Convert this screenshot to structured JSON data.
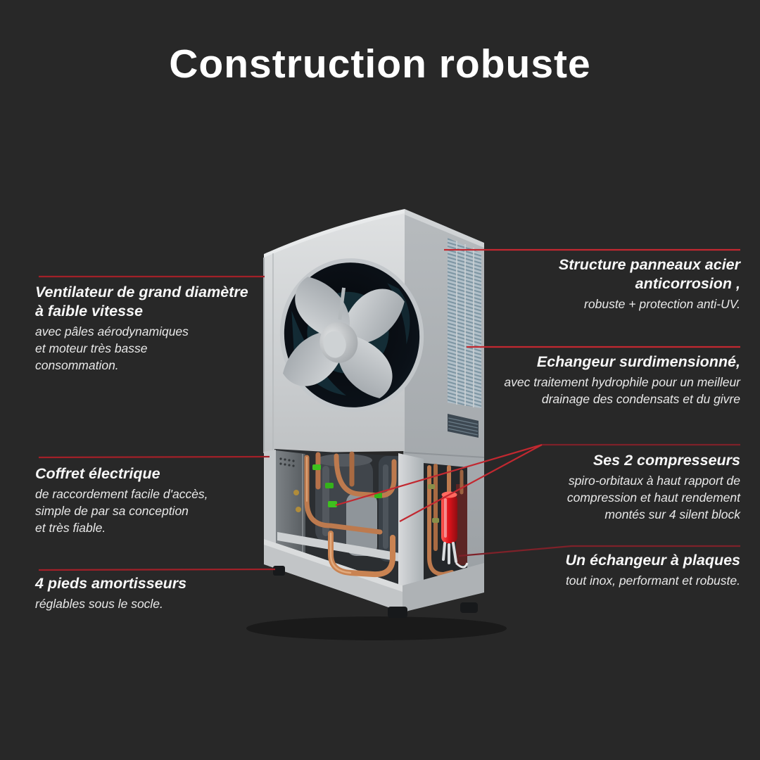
{
  "title": "Construction robuste",
  "colors": {
    "background": "#282828",
    "text": "#f2f2f2",
    "leader": {
      "dark": "#7e2129",
      "mid": "#a22028",
      "bright": "#c22830"
    },
    "copper": "#bd7a4e",
    "highlight_red": "#e0131b",
    "grille_blue": "#93a9b6"
  },
  "annotations": {
    "left": [
      {
        "heading": "Ventilateur de grand diamètre\nà faible vitesse",
        "body": "avec pâles aérodynamiques\net moteur très basse\nconsommation."
      },
      {
        "heading": "Coffret électrique",
        "body": "de raccordement facile d'accès,\nsimple de par sa conception\net très fiable."
      },
      {
        "heading": "4 pieds amortisseurs",
        "body": "réglables sous le socle."
      }
    ],
    "right": [
      {
        "heading": "Structure panneaux acier\nanticorrosion ,",
        "body": "robuste + protection anti-UV."
      },
      {
        "heading": "Echangeur surdimensionné,",
        "body": "avec traitement hydrophile pour un meilleur\ndrainage des condensats et du givre"
      },
      {
        "heading": "Ses 2 compresseurs",
        "body": "spiro-orbitaux à haut rapport de\ncompression et haut rendement\nmontés sur 4 silent block"
      },
      {
        "heading": "Un échangeur à plaques",
        "body": "tout inox, performant et robuste."
      }
    ]
  },
  "illustration": {
    "name": "heat-pump-cutaway"
  }
}
